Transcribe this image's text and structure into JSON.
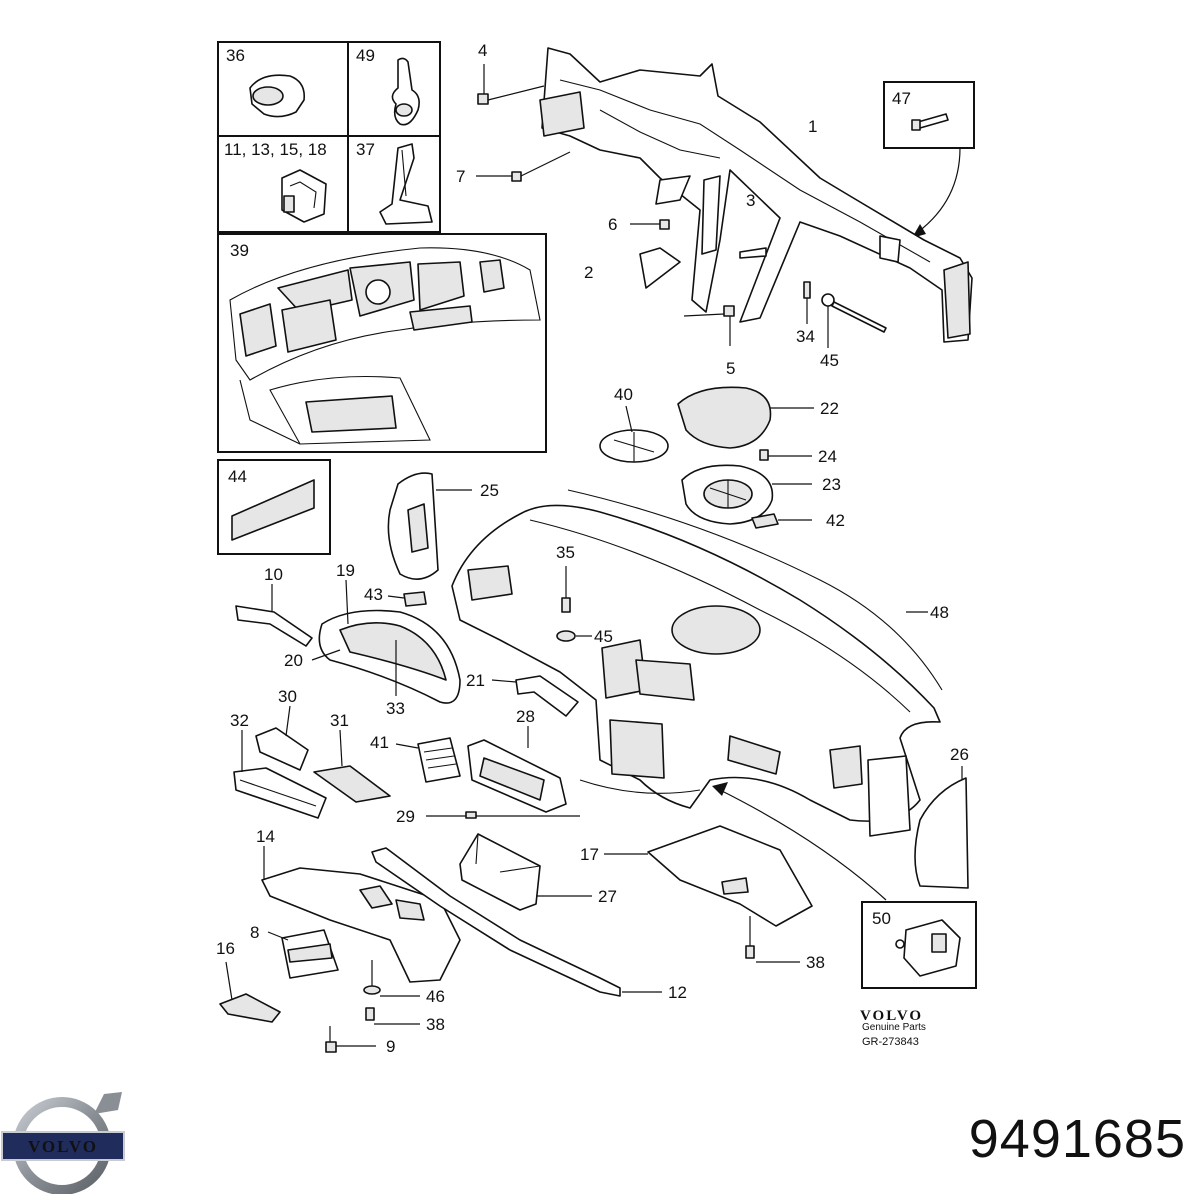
{
  "diagram": {
    "labels": {
      "l1": "1",
      "l2": "2",
      "l3": "3",
      "l4": "4",
      "l5": "5",
      "l6": "6",
      "l7": "7",
      "l8": "8",
      "l9": "9",
      "l10": "10",
      "l12": "12",
      "l14": "14",
      "l16": "16",
      "l17": "17",
      "l19": "19",
      "l20": "20",
      "l21": "21",
      "l22": "22",
      "l23": "23",
      "l24": "24",
      "l25": "25",
      "l26": "26",
      "l27": "27",
      "l28": "28",
      "l29": "29",
      "l30": "30",
      "l31": "31",
      "l32": "32",
      "l33": "33",
      "l34": "34",
      "l35": "35",
      "l38a": "38",
      "l38b": "38",
      "l40": "40",
      "l41": "41",
      "l42": "42",
      "l43": "43",
      "l45a": "45",
      "l45b": "45",
      "l46": "46",
      "l48": "48"
    },
    "inset_boxes": {
      "b36": "36",
      "b49": "49",
      "b11": "11, 13, 15, 18",
      "b37": "37",
      "b39": "39",
      "b44": "44",
      "b47": "47",
      "b50": "50"
    },
    "footer": {
      "brand": "VOLVO",
      "genuine": "Genuine Parts",
      "ref": "GR-273843"
    }
  },
  "logo": {
    "text": "VOLVO",
    "color": "#1f2c5c",
    "ring_color": "#8a8f96"
  },
  "part_number": "9491685"
}
